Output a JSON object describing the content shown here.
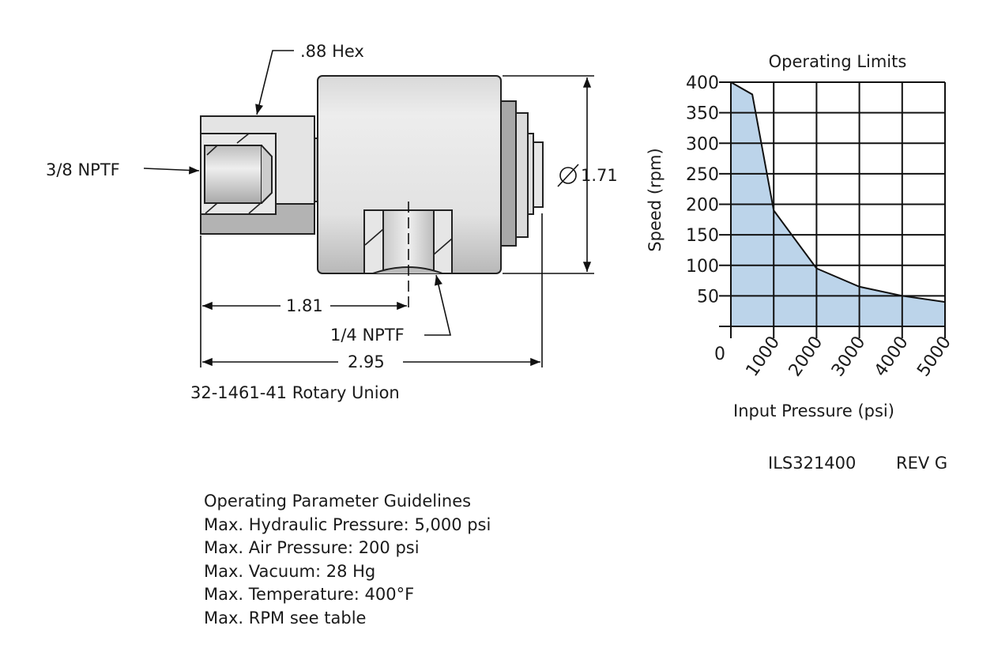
{
  "drawing": {
    "hex_label": ".88 Hex",
    "inlet_label": "3/8 NPTF",
    "diameter_label": "1.71",
    "diameter_symbol": "∅",
    "dim_port": "1.81",
    "port_label": "1/4 NPTF",
    "dim_overall": "2.95",
    "caption": "32-1461-41 Rotary Union"
  },
  "doc_id": "ILS321400",
  "revision": "REV G",
  "specs": {
    "title": "Operating Parameter Guidelines",
    "lines": [
      "Max. Hydraulic Pressure: 5,000 psi",
      "Max. Air Pressure: 200 psi",
      "Max. Vacuum: 28 Hg",
      "Max. Temperature: 400°F",
      "Max. RPM see table"
    ]
  },
  "chart_data": {
    "type": "area",
    "title": "Operating Limits",
    "xlabel": "Input Pressure (psi)",
    "ylabel": "Speed (rpm)",
    "x": [
      0,
      500,
      1000,
      2000,
      3000,
      4000,
      5000
    ],
    "y": [
      400,
      380,
      190,
      95,
      65,
      50,
      40
    ],
    "xlim": [
      0,
      5000
    ],
    "ylim": [
      0,
      400
    ],
    "xticks": [
      "0",
      "1000",
      "2000",
      "3000",
      "4000",
      "5000"
    ],
    "yticks": [
      "50",
      "100",
      "150",
      "200",
      "250",
      "300",
      "350",
      "400"
    ],
    "grid": true,
    "fill_color": "#bcd4ea"
  }
}
